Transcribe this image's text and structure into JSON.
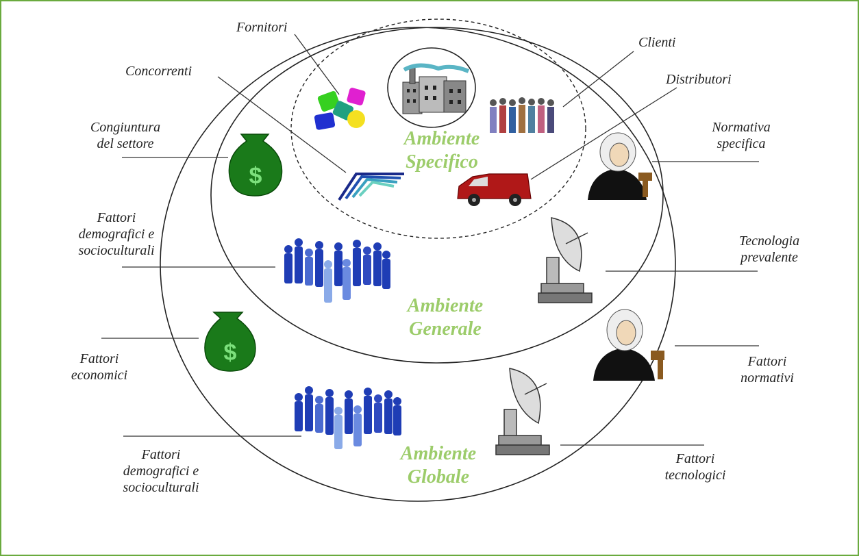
{
  "colors": {
    "border": "#6aaa3e",
    "ambiente_label": "#9ccc6a",
    "money": "#1a7a1a",
    "people": "#1f3db5",
    "van": "#b01818"
  },
  "rings": {
    "specifico": "Ambiente\nSpecifico",
    "generale": "Ambiente\nGenerale",
    "globale": "Ambiente\nGlobale"
  },
  "labels": {
    "fornitori": "Fornitori",
    "clienti": "Clienti",
    "concorrenti": "Concorrenti",
    "distributori": "Distributori",
    "congiuntura": "Congiuntura\ndel settore",
    "normativa_specifica": "Normativa\nspecifica",
    "fattori_demo_1": "Fattori\ndemografici e\nsocioculturali",
    "tecnologia_prevalente": "Tecnologia\nprevalente",
    "fattori_economici": "Fattori\neconomici",
    "fattori_normativi": "Fattori\nnormativi",
    "fattori_demo_2": "Fattori\ndemografici e\nsocioculturali",
    "fattori_tecnologici": "Fattori\ntecnologici"
  },
  "icons": [
    "factory-icon",
    "puzzle-icon",
    "crowd-icon",
    "money-bag-icon",
    "speed-lines-icon",
    "van-icon",
    "judge-icon",
    "satellite-dish-icon"
  ]
}
